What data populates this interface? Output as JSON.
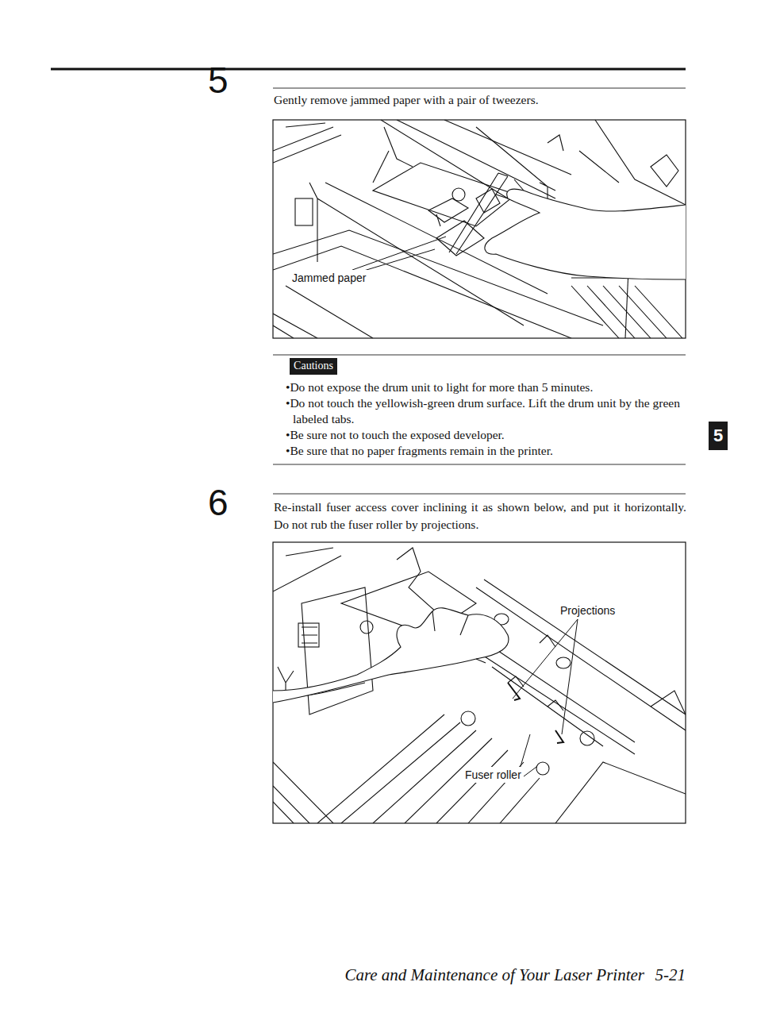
{
  "diagram": {
    "nodes": [
      {
        "text": [
          "Cautions"
        ]
      },
      {
        "text": [
          "5"
        ]
      }
    ],
    "labels": [
      "5",
      "Gently remove jammed paper with a pair of tweezers.",
      "Jammed paper",
      "•Do not expose the drum unit to light for more than 5 minutes.",
      "•Do not touch the yellowish-green drum surface. Lift the drum unit by the green labeled tabs.",
      "•Be sure not to touch the exposed developer.",
      "•Be sure that no paper fragments remain in the printer.",
      "6",
      "Re-install fuser access cover inclining it as shown below, and put it horizontally. Do not rub the fuser roller by projections.",
      "Projections",
      "Fuser roller",
      "Care and Maintenance of Your Laser Printer",
      "5-21"
    ]
  }
}
